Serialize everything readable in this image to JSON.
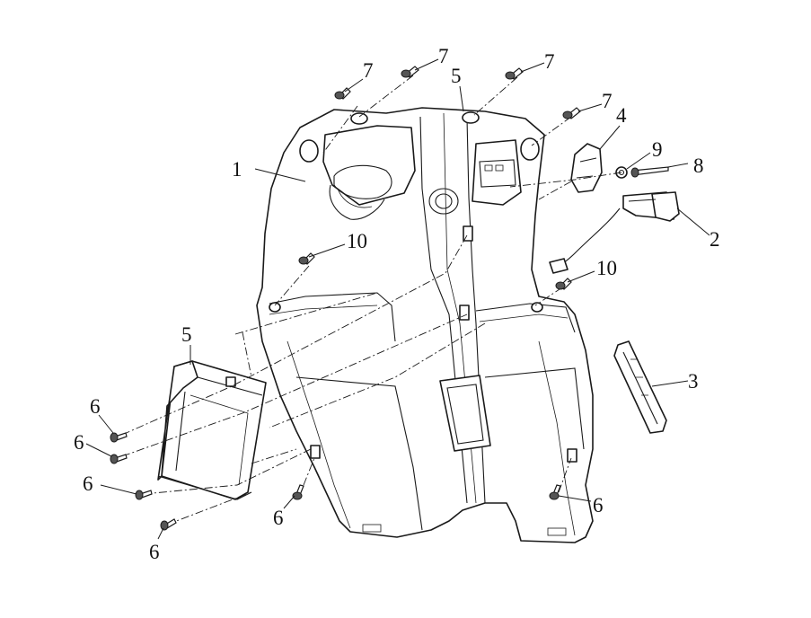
{
  "callouts": {
    "c1": "1",
    "c2": "2",
    "c3": "3",
    "c4": "4",
    "c5_top": "5",
    "c5_left": "5",
    "c6_a": "6",
    "c6_b": "6",
    "c6_c": "6",
    "c6_d": "6",
    "c6_e": "6",
    "c6_f": "6",
    "c7_a": "7",
    "c7_b": "7",
    "c7_c": "7",
    "c7_d": "7",
    "c8": "8",
    "c9": "9",
    "c10_a": "10",
    "c10_b": "10"
  }
}
